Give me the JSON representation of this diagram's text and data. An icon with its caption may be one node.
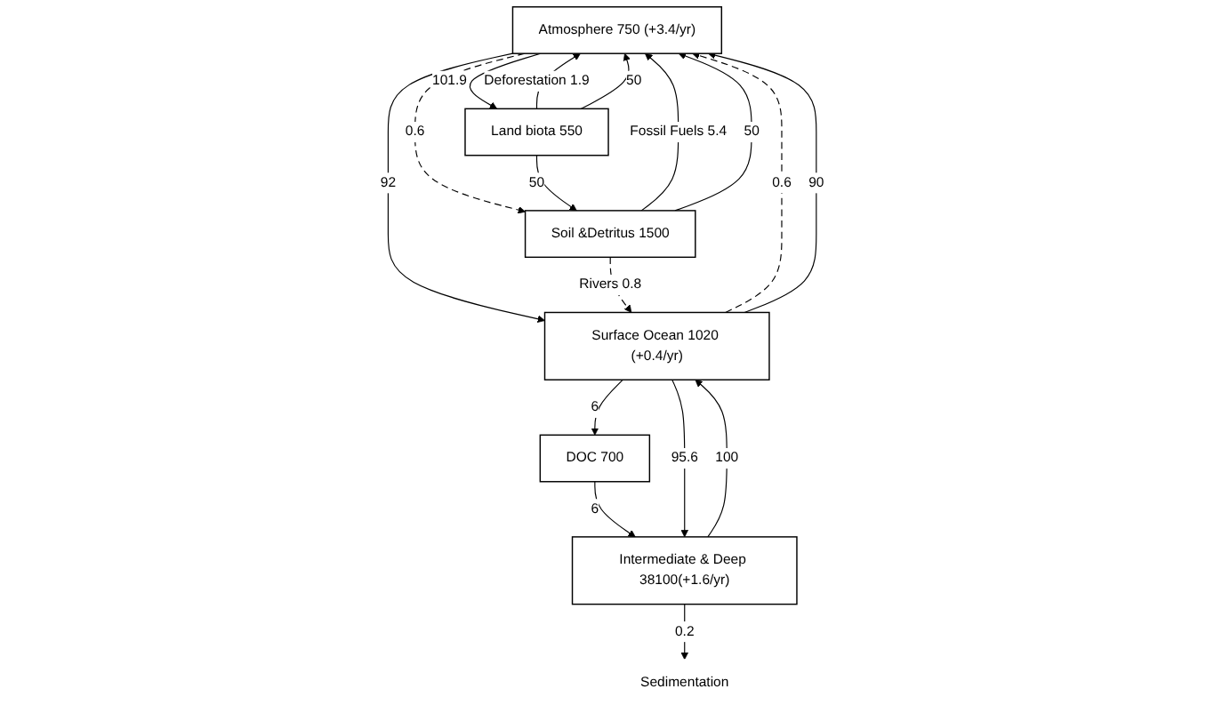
{
  "diagram": {
    "nodes": [
      {
        "text": [
          "Atmosphere 750 (+3.4/yr)"
        ]
      },
      {
        "text": [
          "Land biota 550"
        ]
      },
      {
        "text": [
          "Soil &Detritus 1500"
        ]
      },
      {
        "text": [
          "Surface Ocean 1020 (+0.4/yr)"
        ]
      },
      {
        "text": [
          "DOC 700"
        ]
      },
      {
        "text": [
          "Intermediate & Deep 38100(+1.6/yr)"
        ]
      },
      {
        "text": [
          "Sedimentation"
        ]
      }
    ],
    "edges": [
      {
        "from": 1,
        "to": 0,
        "arrow": "to",
        "label": "Deforestation 1.9"
      },
      {
        "from": 2,
        "to": 0,
        "arrow": "to",
        "label": "Fossil Fuels 5.4"
      },
      {
        "from": 0,
        "to": 1,
        "arrow": "to",
        "label": "101.9"
      },
      {
        "from": 1,
        "to": 0,
        "arrow": "to",
        "label": "50"
      },
      {
        "from": 2,
        "to": 0,
        "arrow": "to",
        "label": "50"
      },
      {
        "from": 0,
        "to": 2,
        "arrow": "to",
        "label": "0.6",
        "style": "dashed"
      },
      {
        "from": 3,
        "to": 0,
        "arrow": "to",
        "label": "0.6",
        "style": "dashed"
      },
      {
        "from": 0,
        "to": 3,
        "arrow": "to",
        "label": "92"
      },
      {
        "from": 3,
        "to": 0,
        "arrow": "to",
        "label": "90"
      },
      {
        "from": 1,
        "to": 2,
        "arrow": "to",
        "label": "50"
      },
      {
        "from": 2,
        "to": 3,
        "arrow": "to",
        "label": "Rivers 0.8",
        "style": "dashed"
      },
      {
        "from": 3,
        "to": 4,
        "arrow": "to",
        "label": "6"
      },
      {
        "from": 4,
        "to": 5,
        "arrow": "to",
        "label": "6"
      },
      {
        "from": 3,
        "to": 5,
        "arrow": "to",
        "label": "95.6"
      },
      {
        "from": 5,
        "to": 3,
        "arrow": "to",
        "label": "100"
      },
      {
        "from": 5,
        "to": 6,
        "arrow": "to",
        "label": "0.2"
      }
    ]
  }
}
